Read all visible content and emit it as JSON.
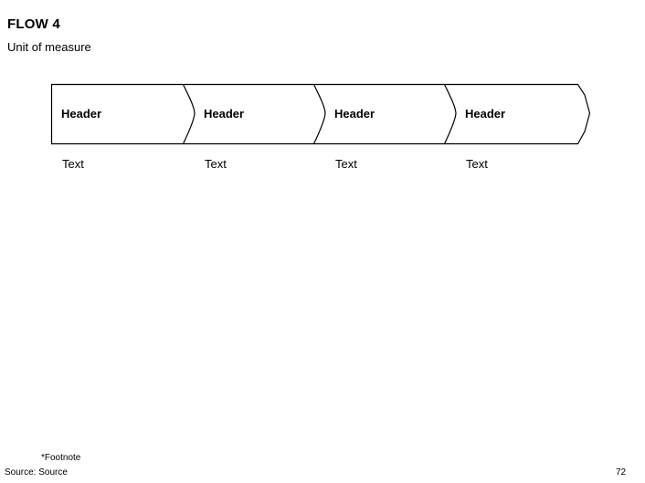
{
  "slide": {
    "title": "FLOW 4",
    "subtitle": "Unit of measure",
    "background_color": "#ffffff",
    "text_color": "#000000",
    "stroke_color": "#000000"
  },
  "diagram": {
    "type": "chevron-process-flow",
    "orientation": "horizontal",
    "segment_count": 4,
    "segments": [
      {
        "header": "Header",
        "text": "Text"
      },
      {
        "header": "Header",
        "text": "Text"
      },
      {
        "header": "Header",
        "text": "Text"
      },
      {
        "header": "Header",
        "text": "Text"
      }
    ]
  },
  "footer": {
    "footnote": "*Footnote",
    "source": "Source: Source",
    "page_number": "72"
  }
}
